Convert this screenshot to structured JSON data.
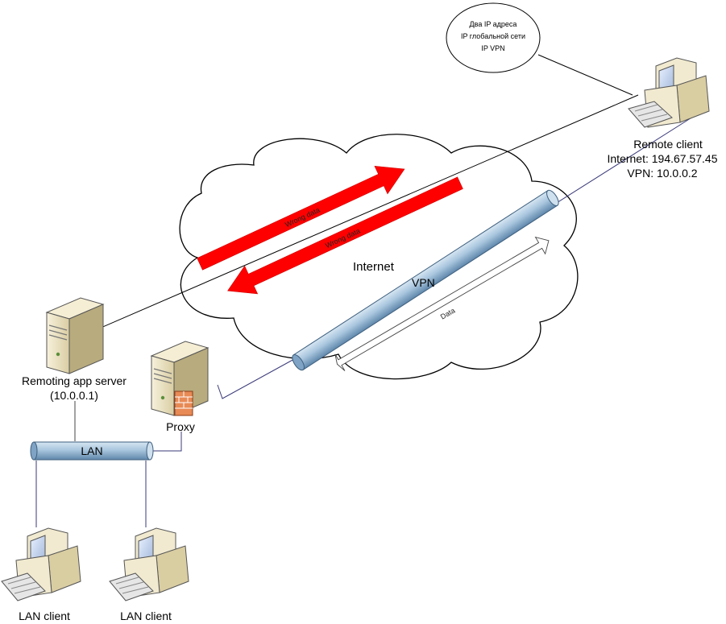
{
  "callout": {
    "line1": "Два IP адреса",
    "line2": "IP глобальной сети",
    "line3": "IP VPN"
  },
  "remote_client": {
    "name": "Remote client",
    "internet": "Internet: 194.67.57.45",
    "vpn": "VPN: 10.0.0.2"
  },
  "server": {
    "name": "Remoting app server",
    "ip": "(10.0.0.1)"
  },
  "proxy": {
    "name": "Proxy"
  },
  "lan": {
    "name": "LAN"
  },
  "lan_clients": [
    {
      "name": "LAN client"
    },
    {
      "name": "LAN client"
    }
  ],
  "cloud": {
    "name": "Internet"
  },
  "tunnel": {
    "name": "VPN"
  },
  "arrows": {
    "wrong_1": "Wrong data",
    "wrong_2": "Wrong data",
    "data": "Data"
  },
  "colors": {
    "wrong_arrow": "#ff0000",
    "tunnel": "#9fbfd8",
    "tunnel_dark": "#6f93b3",
    "link": "#3a3a7a",
    "server_body": "#efe6c8"
  }
}
